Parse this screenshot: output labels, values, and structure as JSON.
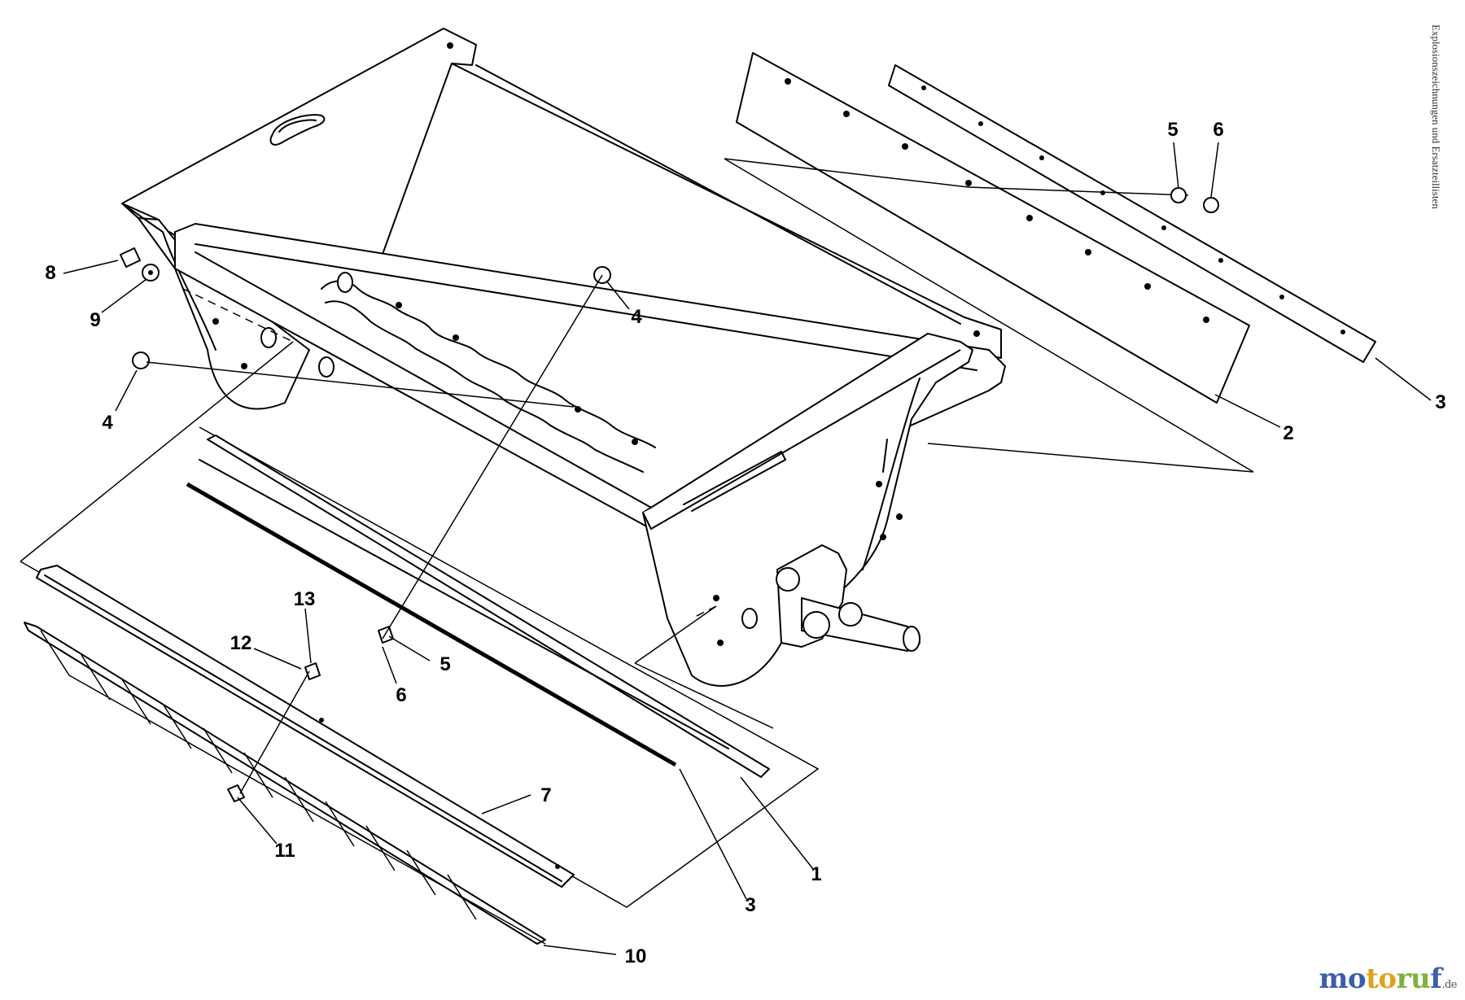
{
  "side_caption": "Explosionszeichnungen und Ersatzteillisten",
  "callouts": [
    {
      "id": "c1",
      "label": "1"
    },
    {
      "id": "c2",
      "label": "2"
    },
    {
      "id": "c3a",
      "label": "3"
    },
    {
      "id": "c3b",
      "label": "3"
    },
    {
      "id": "c4a",
      "label": "4"
    },
    {
      "id": "c4b",
      "label": "4"
    },
    {
      "id": "c5a",
      "label": "5"
    },
    {
      "id": "c5b",
      "label": "5"
    },
    {
      "id": "c6a",
      "label": "6"
    },
    {
      "id": "c6b",
      "label": "6"
    },
    {
      "id": "c7",
      "label": "7"
    },
    {
      "id": "c8",
      "label": "8"
    },
    {
      "id": "c9",
      "label": "9"
    },
    {
      "id": "c10",
      "label": "10"
    },
    {
      "id": "c11",
      "label": "11"
    },
    {
      "id": "c12",
      "label": "12"
    },
    {
      "id": "c13",
      "label": "13"
    }
  ],
  "watermark": {
    "part1": "mo",
    "part2": "to",
    "part3": "ru",
    "part4": "f",
    "domain": ".de"
  }
}
